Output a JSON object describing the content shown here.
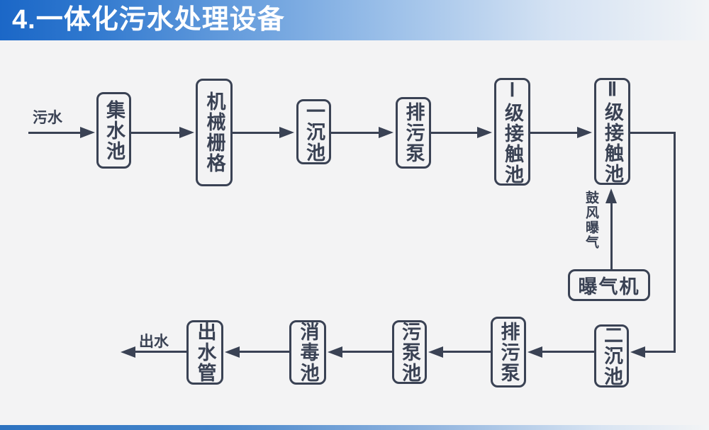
{
  "title": "4.一体化污水处理设备",
  "colors": {
    "title_bar_blue": "#1b67c7",
    "ink": "#3a4254",
    "background": "#f3f3f4"
  },
  "diagram": {
    "nodes": {
      "collecting_tank": {
        "label": "集水池"
      },
      "mechanical_grid": {
        "label": "机械栅格"
      },
      "primary_sedimentation_tank": {
        "label": "一沉池"
      },
      "sewage_pump_top": {
        "label": "排污泵"
      },
      "stage1_contact_tank": {
        "label": "Ⅰ级接触池"
      },
      "stage2_contact_tank": {
        "label": "Ⅱ级接触池"
      },
      "aerator": {
        "label": "曝气机"
      },
      "secondary_sedimentation_tank": {
        "label": "二沉池"
      },
      "sewage_pump_bottom": {
        "label": "排污泵"
      },
      "sludge_pump_tank": {
        "label": "污泵池"
      },
      "disinfection_tank": {
        "label": "消毒池"
      },
      "outlet_pipe": {
        "label": "出水管"
      }
    },
    "labels": {
      "inflow": "污水",
      "outflow": "出水",
      "aeration": "鼓风曝气"
    }
  }
}
